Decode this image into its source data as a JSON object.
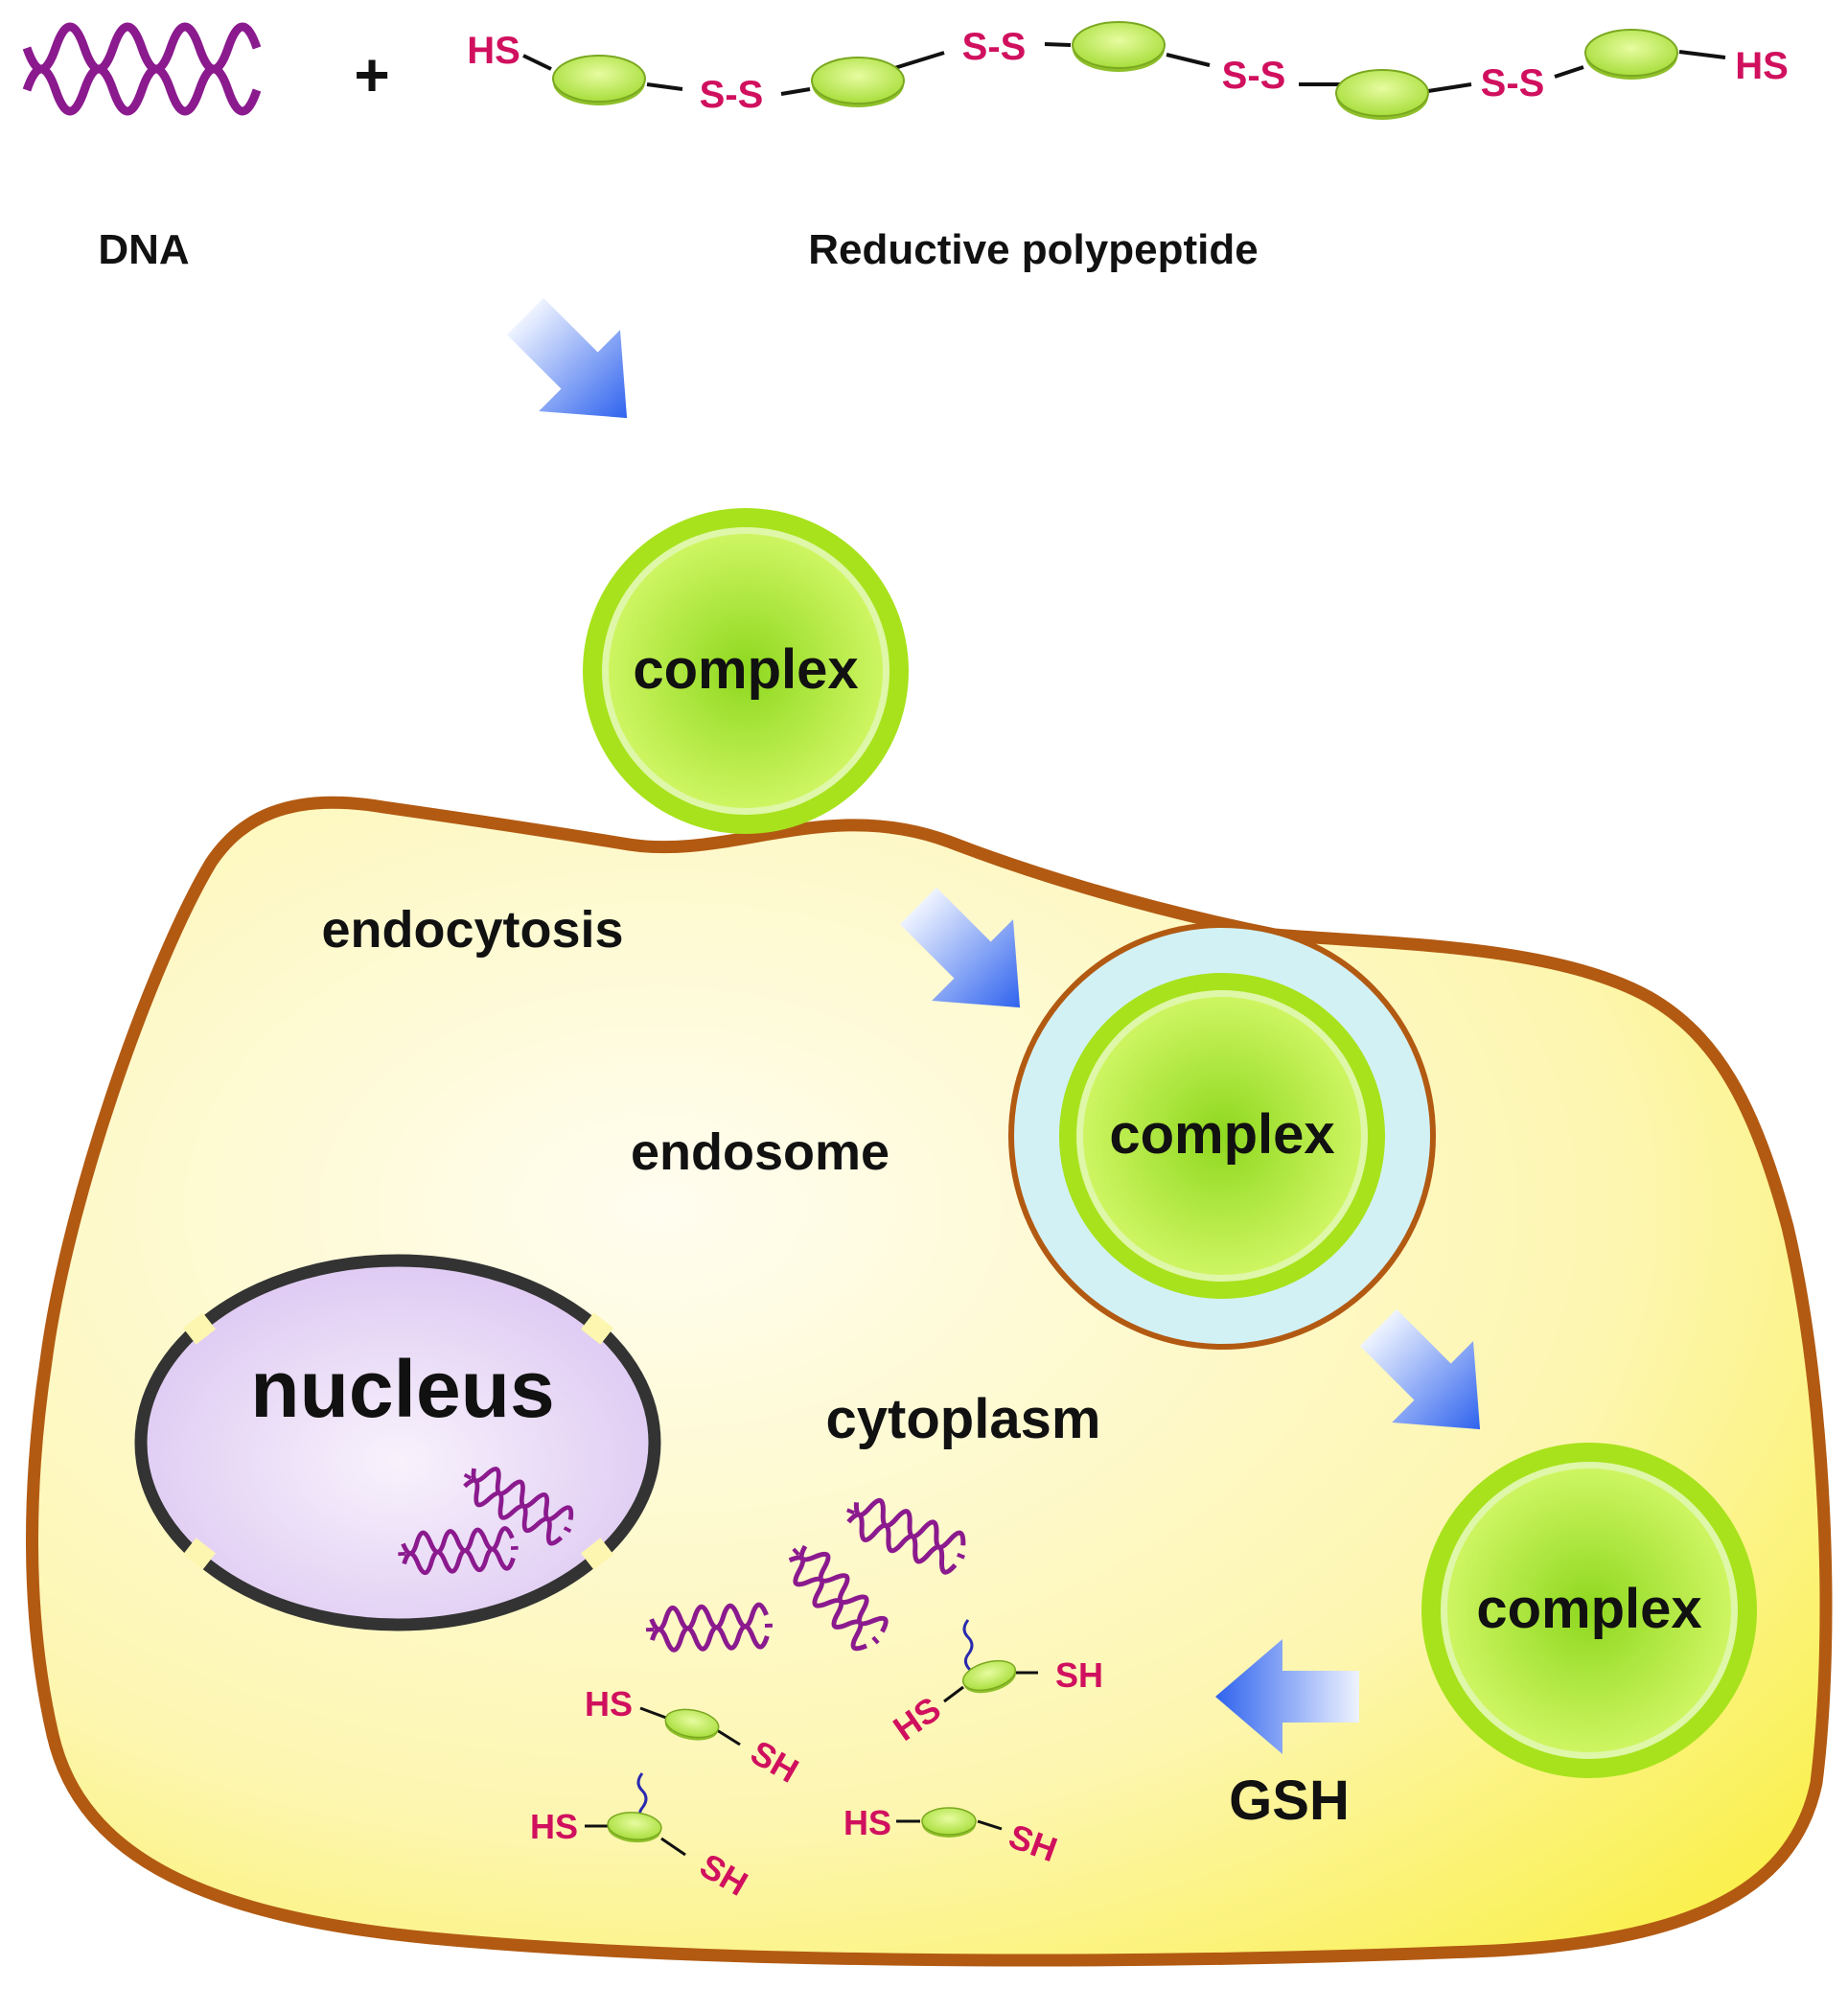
{
  "labels": {
    "plus": "+",
    "dna": "DNA",
    "reductive_polypeptide": "Reductive polypeptide",
    "complex_outside": "complex",
    "complex_endosome": "complex",
    "complex_released": "complex",
    "endocytosis": "endocytosis",
    "endosome": "endosome",
    "nucleus": "nucleus",
    "cytoplasm": "cytoplasm",
    "gsh": "GSH"
  },
  "polypeptide_chain": {
    "hs_left": "HS",
    "hs_right": "HS",
    "disulfide_bonds": [
      "S-S",
      "S-S",
      "S-S",
      "S-S"
    ]
  },
  "free_thiol_peptides": [
    {
      "left": "HS",
      "right": "SH"
    },
    {
      "left": "HS",
      "right": "SH"
    },
    {
      "left": "HS",
      "right": "SH"
    },
    {
      "left": "HS",
      "right": "SH"
    }
  ],
  "colors": {
    "dna": "#8b1a8e",
    "thiol_text": "#d0105e",
    "bead_fill": "#c6ef6a",
    "complex_ring": "#a8e21c",
    "complex_core": "#b4f032",
    "cell_membrane": "#b25a12",
    "cell_fill": "#fdf7b8",
    "endosome_fill": "#d2f1f5",
    "nucleus_fill": "#e3cff5",
    "arrow_blue": "#3d6cf0"
  }
}
